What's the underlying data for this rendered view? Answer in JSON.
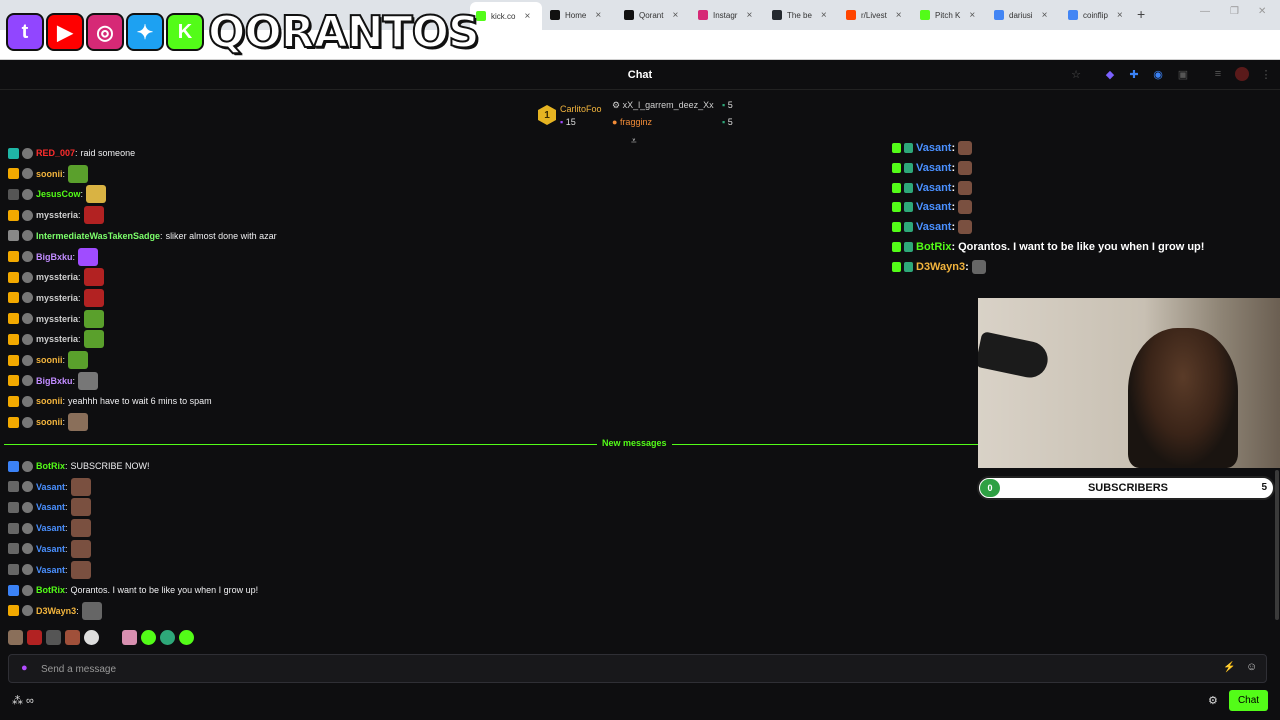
{
  "browser": {
    "tabs": [
      {
        "label": "kick.co",
        "color": "#53fc18"
      },
      {
        "label": "Home",
        "color": "#111111"
      },
      {
        "label": "Qorant",
        "color": "#111111"
      },
      {
        "label": "Instagr",
        "color": "#d62976"
      },
      {
        "label": "The be",
        "color": "#24292f"
      },
      {
        "label": "r/Livest",
        "color": "#ff4500"
      },
      {
        "label": "Pitch K",
        "color": "#53fc18"
      },
      {
        "label": "dariusi",
        "color": "#4285f4"
      },
      {
        "label": "coinflip",
        "color": "#4285f4"
      }
    ],
    "new_tab": "+"
  },
  "overlay": {
    "brand": "QORANTOS",
    "socials": [
      {
        "icon": "twitch-icon",
        "glyph": "t",
        "color": "#9146ff"
      },
      {
        "icon": "youtube-icon",
        "glyph": "▶",
        "color": "#ff0000"
      },
      {
        "icon": "instagram-icon",
        "glyph": "◎",
        "color": "#d62976"
      },
      {
        "icon": "twitter-icon",
        "glyph": "✦",
        "color": "#1da1f2"
      },
      {
        "icon": "kick-icon",
        "glyph": "K",
        "color": "#53fc18"
      }
    ]
  },
  "chat": {
    "title": "Chat",
    "leaderboard": {
      "rank": "1",
      "first": {
        "name": "CarlitoFoo",
        "count": "15"
      },
      "second": {
        "name": "xX_l_garrem_deez_Xx",
        "count": "5"
      },
      "third": {
        "name": "fragginz",
        "count": "5"
      }
    },
    "messages": [
      {
        "user": "RED_007",
        "text": "raid someone",
        "color": "#ff2d2d",
        "badge": "#1fb6a6"
      },
      {
        "user": "soonii",
        "text": "",
        "color": "#f2b43d",
        "badge": "#f2a900",
        "emote": "#5aa02c"
      },
      {
        "user": "JesusCow",
        "text": "",
        "color": "#53fc18",
        "badge": "#555555",
        "emote": "#d9b343"
      },
      {
        "user": "myssteria",
        "text": "",
        "color": "#cfcfcf",
        "badge": "#f2a900",
        "emote": "#b22222"
      },
      {
        "user": "IntermediateWasTakenSadge",
        "text": "sliker almost done with azar",
        "color": "#7cff6b",
        "badge": "#888888"
      },
      {
        "user": "BigBxku",
        "text": "",
        "color": "#c18cff",
        "badge": "#f2a900",
        "emote": "#a04cff"
      },
      {
        "user": "myssteria",
        "text": "",
        "color": "#cfcfcf",
        "badge": "#f2a900",
        "emote": "#b22222"
      },
      {
        "user": "myssteria",
        "text": "",
        "color": "#cfcfcf",
        "badge": "#f2a900",
        "emote": "#b22222"
      },
      {
        "user": "myssteria",
        "text": "",
        "color": "#cfcfcf",
        "badge": "#f2a900",
        "emote": "#5aa02c"
      },
      {
        "user": "myssteria",
        "text": "",
        "color": "#cfcfcf",
        "badge": "#f2a900",
        "emote": "#5aa02c"
      },
      {
        "user": "soonii",
        "text": "",
        "color": "#f2b43d",
        "badge": "#f2a900",
        "emote": "#5aa02c"
      },
      {
        "user": "BigBxku",
        "text": "",
        "color": "#c18cff",
        "badge": "#f2a900",
        "emote": "#777777"
      },
      {
        "user": "soonii",
        "text": "yeahhh have to wait 6 mins to spam",
        "color": "#f2b43d",
        "badge": "#f2a900"
      },
      {
        "user": "soonii",
        "text": "",
        "color": "#f2b43d",
        "badge": "#f2a900",
        "emote": "#8a6f5a"
      }
    ],
    "new_messages_label": "New messages",
    "new_messages": [
      {
        "user": "BotRix",
        "text": "SUBSCRIBE NOW!",
        "color": "#53fc18",
        "badge": "#3b82f6"
      },
      {
        "user": "Vasant",
        "text": "",
        "color": "#4a90ff",
        "badge": "#666666",
        "emote": "#7a5040"
      },
      {
        "user": "Vasant",
        "text": "",
        "color": "#4a90ff",
        "badge": "#666666",
        "emote": "#7a5040"
      },
      {
        "user": "Vasant",
        "text": "",
        "color": "#4a90ff",
        "badge": "#666666",
        "emote": "#7a5040"
      },
      {
        "user": "Vasant",
        "text": "",
        "color": "#4a90ff",
        "badge": "#666666",
        "emote": "#7a5040"
      },
      {
        "user": "Vasant",
        "text": "",
        "color": "#4a90ff",
        "badge": "#666666",
        "emote": "#7a5040"
      },
      {
        "user": "BotRix",
        "text": "Qorantos. I want to be like you when I grow up!",
        "color": "#53fc18",
        "badge": "#3b82f6"
      },
      {
        "user": "D3Wayn3",
        "text": "",
        "color": "#f2b43d",
        "badge": "#f2a900",
        "emote": "#666666"
      }
    ],
    "input_placeholder": "Send a message",
    "chat_button": "Chat"
  },
  "overlay_chat": [
    {
      "user": "Vasant",
      "text": "",
      "color": "#4a90ff"
    },
    {
      "user": "Vasant",
      "text": "",
      "color": "#4a90ff"
    },
    {
      "user": "Vasant",
      "text": "",
      "color": "#4a90ff"
    },
    {
      "user": "Vasant",
      "text": "",
      "color": "#4a90ff"
    },
    {
      "user": "Vasant",
      "text": "",
      "color": "#4a90ff"
    },
    {
      "user": "BotRix",
      "text": "Qorantos. I want to be like you when I grow up!",
      "color": "#53fc18"
    },
    {
      "user": "D3Wayn3",
      "text": "",
      "color": "#f2b43d"
    }
  ],
  "subscribers": {
    "label": "SUBSCRIBERS",
    "current": "0",
    "goal": "5",
    "progress": 0
  }
}
